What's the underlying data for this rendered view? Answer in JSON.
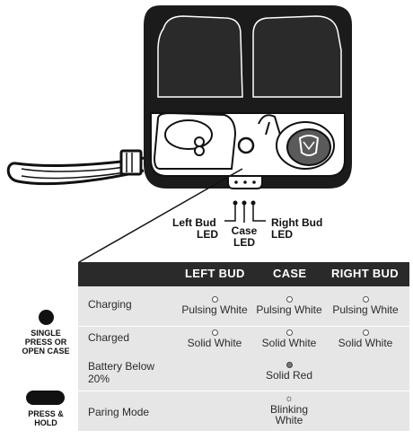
{
  "led_labels": {
    "left_bud": [
      "Left Bud",
      "LED"
    ],
    "case": [
      "Case",
      "LED"
    ],
    "right_bud": [
      "Right Bud",
      "LED"
    ]
  },
  "table": {
    "headers": [
      "LEFT BUD",
      "CASE",
      "RIGHT BUD"
    ],
    "rows": [
      {
        "label": [
          "Charging"
        ],
        "cells": [
          {
            "text": [
              "Pulsing White"
            ],
            "indicator": "white-dot"
          },
          {
            "text": [
              "Pulsing White"
            ],
            "indicator": "white-dot"
          },
          {
            "text": [
              "Pulsing White"
            ],
            "indicator": "white-dot"
          }
        ]
      },
      {
        "label": [
          "Charged"
        ],
        "cells": [
          {
            "text": [
              "Solid White"
            ],
            "indicator": "white-dot"
          },
          {
            "text": [
              "Solid White"
            ],
            "indicator": "white-dot"
          },
          {
            "text": [
              "Solid White"
            ],
            "indicator": "white-dot"
          }
        ]
      },
      {
        "label": [
          "Battery Below",
          "20%"
        ],
        "cells": [
          null,
          {
            "text": [
              "Solid Red"
            ],
            "indicator": "red-dot"
          },
          null
        ]
      },
      {
        "label": [
          "Paring Mode"
        ],
        "cells": [
          null,
          {
            "text": [
              "Blinking",
              "White"
            ],
            "indicator": "blink-icon"
          },
          null
        ]
      }
    ]
  },
  "actions": {
    "single_press": [
      "SINGLE",
      "PRESS OR",
      "OPEN CASE"
    ],
    "press_hold": [
      "PRESS &",
      "HOLD"
    ]
  },
  "colors": {
    "header_bg": "#2a2a2a",
    "table_bg": "#e6e6e6",
    "red_led": "#777777"
  }
}
